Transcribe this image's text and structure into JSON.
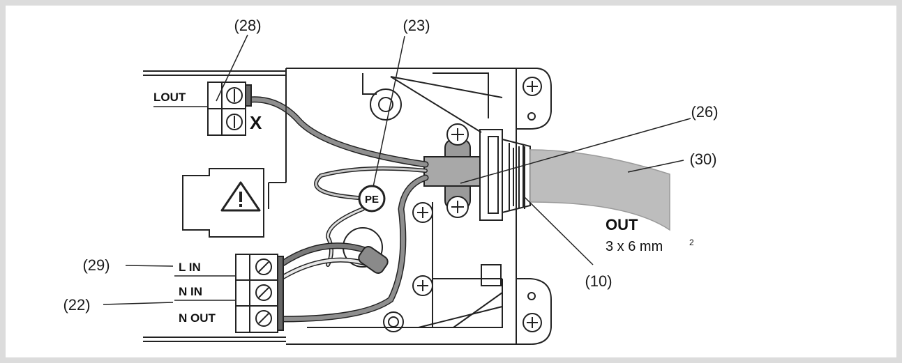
{
  "callouts": {
    "c28": "(28)",
    "c23": "(23)",
    "c26": "(26)",
    "c30": "(30)",
    "c10": "(10)",
    "c29": "(29)",
    "c22": "(22)"
  },
  "terminals": {
    "lout": "LOUT",
    "l_in": "L  IN",
    "n_in": "N IN",
    "n_out": "N OUT",
    "lout_marker": "X"
  },
  "ground_label": "PE",
  "cable": {
    "title": "OUT",
    "spec": "3 x 6 mm",
    "spec_sup": "2"
  },
  "icons": {
    "warning": "warning-triangle-icon",
    "screw": "screw-icon"
  },
  "colors": {
    "background": "#dcdcdc",
    "panel": "#ffffff",
    "line": "#222222",
    "wire": "#8f8f8f",
    "wire_light": "#d0d0d0",
    "cable": "#bdbdbd"
  }
}
